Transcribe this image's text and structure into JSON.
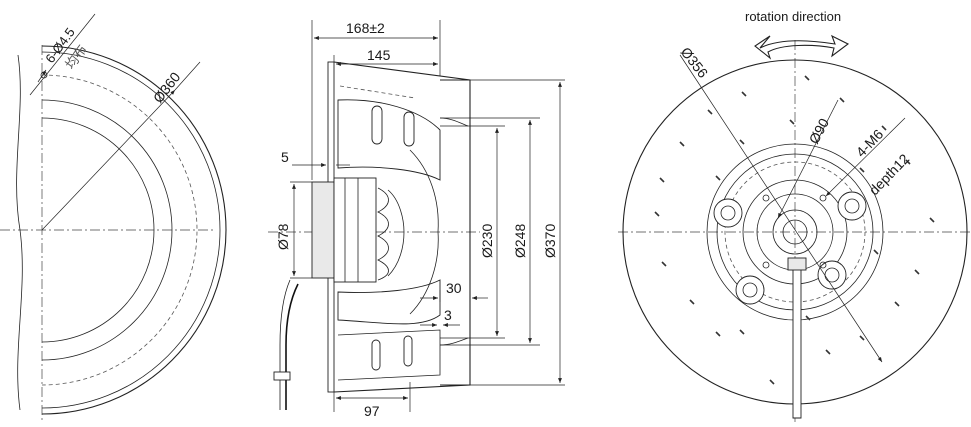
{
  "drawing": {
    "left_view": {
      "hole_spec": "6-Ø4.5",
      "hole_note": "均布",
      "outer_diameter": "Ø360"
    },
    "side_view": {
      "overall_width": "168±2",
      "inner_width": "145",
      "flange_thickness": "5",
      "motor_diameter": "Ø78",
      "inlet_diameter": "Ø230",
      "ring_diameter": "Ø248",
      "outer_diameter": "Ø370",
      "offset_30": "30",
      "offset_3": "3",
      "motor_depth": "97"
    },
    "right_view": {
      "rotation_label": "rotation direction",
      "impeller_diameter": "Ø356",
      "hub_diameter": "Ø90",
      "thread_spec": "4-M6",
      "thread_depth": "depth12"
    }
  }
}
